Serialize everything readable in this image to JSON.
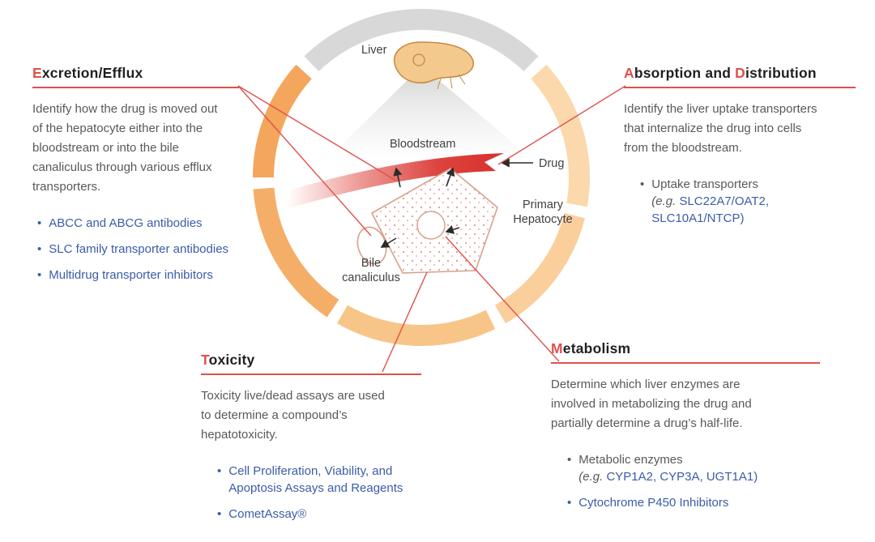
{
  "colors": {
    "accent_red": "#E0504B",
    "link_blue": "#3A5CA8",
    "body_gray": "#58595B",
    "heading_black": "#231F20",
    "ring_gray": "#D8D8D8",
    "ring_orange_dark": "#F3A65C",
    "ring_orange_light": "#FBD9AC",
    "cell_outline": "#D9A08A",
    "liver_fill": "#F3C98E",
    "liver_outline": "#C9873F"
  },
  "diagram": {
    "liver_label": "Liver",
    "bloodstream_label": "Bloodstream",
    "drug_label": "Drug",
    "hepatocyte_label_line1": "Primary",
    "hepatocyte_label_line2": "Hepatocyte",
    "bile_label_line1": "Bile",
    "bile_label_line2": "canaliculus"
  },
  "sections": {
    "excretion": {
      "title_initial": "E",
      "title_rest": "xcretion/Efflux",
      "body": "Identify how the drug is moved out of the hepatocyte either into the bloodstream or into the bile canaliculus through various efflux transporters.",
      "bullets": [
        "ABCC and ABCG antibodies",
        "SLC family transporter antibodies",
        "Multidrug transporter inhibitors"
      ]
    },
    "absorption": {
      "title_initial1": "A",
      "title_mid": "bsorption and ",
      "title_initial2": "D",
      "title_rest": "istribution",
      "body": "Identify the liver uptake trans­porters that internalize the drug into cells from the bloodstream.",
      "bullet_main": "Uptake transporters",
      "bullet_eg": "(e.g.",
      "bullet_detail": " SLC22A7/OAT2, SLC10A1/NTCP)"
    },
    "toxicity": {
      "title_initial": "T",
      "title_rest": "oxicity",
      "body": "Toxicity live/dead assays are used to determine a com­pound’s hepatotoxicity.",
      "bullets": [
        "Cell Proliferation, Viability, and Apoptosis Assays and Reagents",
        "CometAssay®"
      ]
    },
    "metabolism": {
      "title_initial": "M",
      "title_rest": "etabolism",
      "body": "Determine which liver enzymes are involved in metabolizing the drug and partially determine a drug’s half-life.",
      "bullet1_main": "Metabolic enzymes",
      "bullet1_eg": "(e.g.",
      "bullet1_detail": " CYP1A2, CYP3A, UGT1A1)",
      "bullet2": "Cytochrome P450 Inhibitors"
    }
  }
}
